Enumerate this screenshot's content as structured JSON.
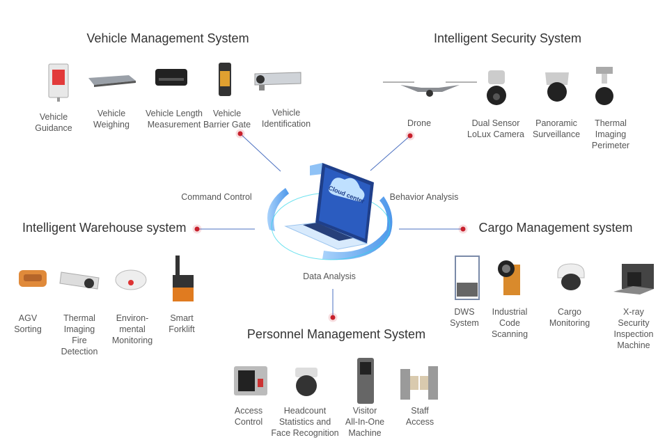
{
  "colors": {
    "accent_dot": "#c8202c",
    "line": "#4a6fc0",
    "ring": "#5aa6ee"
  },
  "center": {
    "screen_text": "Cloud center",
    "command": "Command  Control",
    "behavior": "Behavior Analysis",
    "data": "Data Analysis"
  },
  "vehicle": {
    "title": "Vehicle Management System",
    "items": [
      {
        "label": "Vehicle\nGuidance"
      },
      {
        "label": "Vehicle\nWeighing"
      },
      {
        "label": "Vehicle Length\nMeasurement"
      },
      {
        "label": "Vehicle\nBarrier Gate"
      },
      {
        "label": "Vehicle\nIdentification"
      }
    ]
  },
  "security": {
    "title": "Intelligent Security System",
    "items": [
      {
        "label": "Drone"
      },
      {
        "label": "Dual Sensor\nLoLux Camera"
      },
      {
        "label": "Panoramic\nSurveillance"
      },
      {
        "label": "Thermal\nImaging\nPerimeter"
      }
    ]
  },
  "warehouse": {
    "title": "Intelligent Warehouse system",
    "items": [
      {
        "label": "AGV\nSorting"
      },
      {
        "label": "Thermal\nImaging\nFire\nDetection"
      },
      {
        "label": "Environ-\nmental\nMonitoring"
      },
      {
        "label": "Smart\nForklift"
      }
    ]
  },
  "cargo": {
    "title": "Cargo Management system",
    "items": [
      {
        "label": "DWS\nSystem"
      },
      {
        "label": "Industrial\nCode\nScanning"
      },
      {
        "label": "Cargo\nMonitoring"
      },
      {
        "label": "X-ray\nSecurity\nInspection\nMachine"
      }
    ]
  },
  "personnel": {
    "title": "Personnel Management System",
    "items": [
      {
        "label": "Access\nControl"
      },
      {
        "label": "Headcount\nStatistics and\nFace Recognition"
      },
      {
        "label": "Visitor\nAll-In-One\nMachine"
      },
      {
        "label": "Staff\nAccess"
      }
    ]
  }
}
